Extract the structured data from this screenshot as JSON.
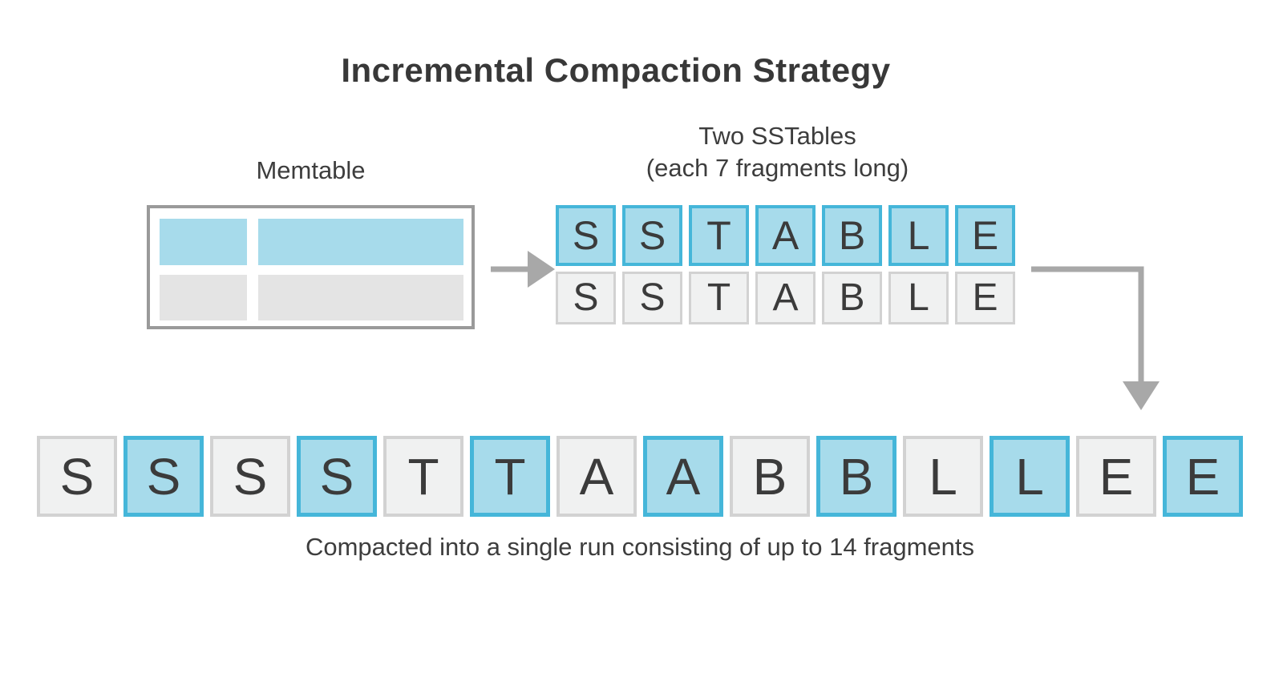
{
  "title": "Incremental Compaction Strategy",
  "colors": {
    "blue_fill": "#a7dbeb",
    "blue_border": "#45b6d9",
    "gray_fill": "#f0f1f1",
    "gray_border": "#d2d2d2",
    "memtable_blue": "#a7dbeb",
    "memtable_gray": "#e4e4e4",
    "box_border": "#9a9a9a",
    "arrow": "#a8a8a8",
    "text": "#3b3b3b"
  },
  "memtable": {
    "label": "Memtable",
    "rows": [
      {
        "style": "blue"
      },
      {
        "style": "gray"
      }
    ]
  },
  "sstables": {
    "label_line1": "Two SSTables",
    "label_line2": "(each 7 fragments long)",
    "rows": [
      {
        "style": "blue",
        "letters": [
          "S",
          "S",
          "T",
          "A",
          "B",
          "L",
          "E"
        ]
      },
      {
        "style": "gray",
        "letters": [
          "S",
          "S",
          "T",
          "A",
          "B",
          "L",
          "E"
        ]
      }
    ]
  },
  "compacted": {
    "cells": [
      {
        "letter": "S",
        "style": "gray"
      },
      {
        "letter": "S",
        "style": "blue"
      },
      {
        "letter": "S",
        "style": "gray"
      },
      {
        "letter": "S",
        "style": "blue"
      },
      {
        "letter": "T",
        "style": "gray"
      },
      {
        "letter": "T",
        "style": "blue"
      },
      {
        "letter": "A",
        "style": "gray"
      },
      {
        "letter": "A",
        "style": "blue"
      },
      {
        "letter": "B",
        "style": "gray"
      },
      {
        "letter": "B",
        "style": "blue"
      },
      {
        "letter": "L",
        "style": "gray"
      },
      {
        "letter": "L",
        "style": "blue"
      },
      {
        "letter": "E",
        "style": "gray"
      },
      {
        "letter": "E",
        "style": "blue"
      }
    ],
    "caption": "Compacted into a single run consisting of up to 14 fragments"
  }
}
